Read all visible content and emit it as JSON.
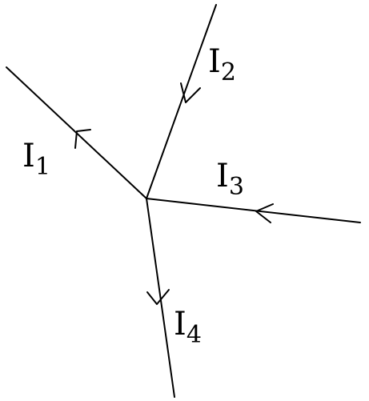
{
  "currents": [
    {
      "id": "I1",
      "symbol": "I",
      "subscript": "1",
      "direction": "outward"
    },
    {
      "id": "I2",
      "symbol": "I",
      "subscript": "2",
      "direction": "inward"
    },
    {
      "id": "I3",
      "symbol": "I",
      "subscript": "3",
      "direction": "inward"
    },
    {
      "id": "I4",
      "symbol": "I",
      "subscript": "4",
      "direction": "outward"
    }
  ]
}
